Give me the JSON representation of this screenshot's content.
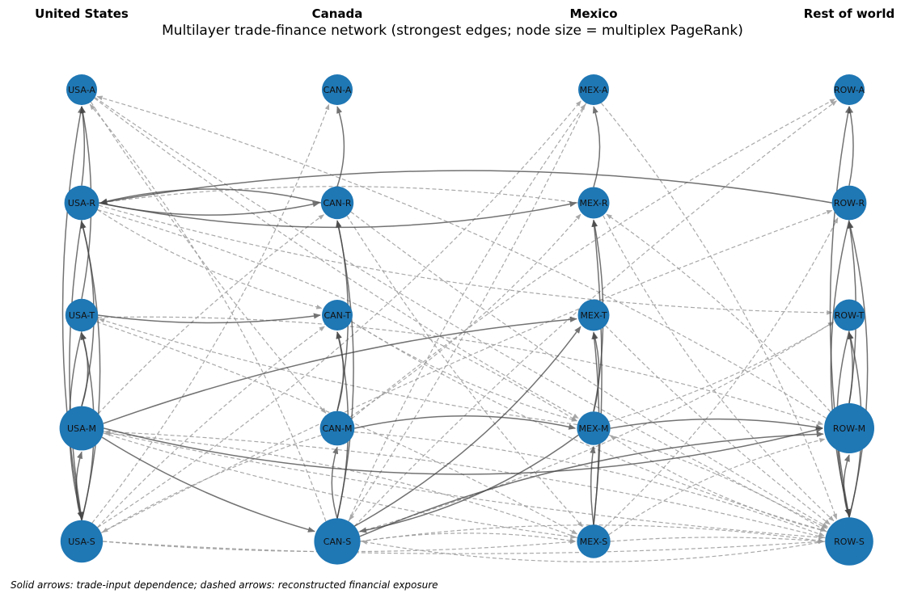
{
  "title": "Multilayer trade-finance network (strongest edges; node size = multiplex PageRank)",
  "caption": "Solid arrows: trade-input dependence; dashed arrows: reconstructed financial exposure",
  "columns": [
    "United States",
    "Canada",
    "Mexico",
    "Rest of world"
  ],
  "colors": {
    "node": "#1f77b4",
    "edge_solid": "#444444",
    "edge_dashed": "#9a9a9a"
  },
  "nodes": [
    {
      "id": "USA-A",
      "col": 0,
      "row": 0,
      "pagerank": 0.02
    },
    {
      "id": "USA-R",
      "col": 0,
      "row": 1,
      "pagerank": 0.03
    },
    {
      "id": "USA-T",
      "col": 0,
      "row": 2,
      "pagerank": 0.025
    },
    {
      "id": "USA-M",
      "col": 0,
      "row": 3,
      "pagerank": 0.055
    },
    {
      "id": "USA-S",
      "col": 0,
      "row": 4,
      "pagerank": 0.05
    },
    {
      "id": "CAN-A",
      "col": 1,
      "row": 0,
      "pagerank": 0.02
    },
    {
      "id": "CAN-R",
      "col": 1,
      "row": 1,
      "pagerank": 0.025
    },
    {
      "id": "CAN-T",
      "col": 1,
      "row": 2,
      "pagerank": 0.02
    },
    {
      "id": "CAN-M",
      "col": 1,
      "row": 3,
      "pagerank": 0.03
    },
    {
      "id": "CAN-S",
      "col": 1,
      "row": 4,
      "pagerank": 0.06
    },
    {
      "id": "MEX-A",
      "col": 2,
      "row": 0,
      "pagerank": 0.02
    },
    {
      "id": "MEX-R",
      "col": 2,
      "row": 1,
      "pagerank": 0.022
    },
    {
      "id": "MEX-T",
      "col": 2,
      "row": 2,
      "pagerank": 0.022
    },
    {
      "id": "MEX-M",
      "col": 2,
      "row": 3,
      "pagerank": 0.027
    },
    {
      "id": "MEX-S",
      "col": 2,
      "row": 4,
      "pagerank": 0.027
    },
    {
      "id": "ROW-A",
      "col": 3,
      "row": 0,
      "pagerank": 0.02
    },
    {
      "id": "ROW-R",
      "col": 3,
      "row": 1,
      "pagerank": 0.03
    },
    {
      "id": "ROW-T",
      "col": 3,
      "row": 2,
      "pagerank": 0.022
    },
    {
      "id": "ROW-M",
      "col": 3,
      "row": 3,
      "pagerank": 0.07
    },
    {
      "id": "ROW-S",
      "col": 3,
      "row": 4,
      "pagerank": 0.065
    }
  ],
  "edges_solid": [
    [
      "USA-R",
      "USA-A"
    ],
    [
      "USA-T",
      "USA-A"
    ],
    [
      "USA-S",
      "USA-A"
    ],
    [
      "USA-M",
      "USA-R"
    ],
    [
      "USA-S",
      "USA-R"
    ],
    [
      "USA-M",
      "USA-T"
    ],
    [
      "USA-S",
      "USA-T"
    ],
    [
      "USA-S",
      "USA-M"
    ],
    [
      "USA-T",
      "USA-S"
    ],
    [
      "USA-R",
      "USA-S"
    ],
    [
      "CAN-R",
      "CAN-A"
    ],
    [
      "CAN-S",
      "CAN-R"
    ],
    [
      "CAN-M",
      "CAN-R"
    ],
    [
      "CAN-S",
      "CAN-T"
    ],
    [
      "CAN-M",
      "CAN-T"
    ],
    [
      "CAN-S",
      "CAN-M"
    ],
    [
      "MEX-R",
      "MEX-A"
    ],
    [
      "MEX-M",
      "MEX-R"
    ],
    [
      "MEX-S",
      "MEX-R"
    ],
    [
      "MEX-M",
      "MEX-T"
    ],
    [
      "MEX-S",
      "MEX-T"
    ],
    [
      "MEX-S",
      "MEX-M"
    ],
    [
      "ROW-R",
      "ROW-A"
    ],
    [
      "ROW-S",
      "ROW-A"
    ],
    [
      "ROW-M",
      "ROW-R"
    ],
    [
      "ROW-S",
      "ROW-R"
    ],
    [
      "ROW-M",
      "ROW-T"
    ],
    [
      "ROW-S",
      "ROW-T"
    ],
    [
      "ROW-S",
      "ROW-M"
    ],
    [
      "ROW-T",
      "ROW-S"
    ],
    [
      "ROW-R",
      "ROW-S"
    ],
    [
      "USA-R",
      "CAN-R"
    ],
    [
      "CAN-R",
      "USA-R"
    ],
    [
      "USA-R",
      "MEX-R"
    ],
    [
      "ROW-R",
      "USA-R"
    ],
    [
      "USA-T",
      "CAN-T"
    ],
    [
      "USA-M",
      "MEX-T"
    ],
    [
      "USA-M",
      "ROW-M"
    ],
    [
      "USA-M",
      "CAN-S"
    ],
    [
      "CAN-M",
      "MEX-M"
    ],
    [
      "MEX-M",
      "ROW-M"
    ],
    [
      "CAN-S",
      "MEX-T"
    ],
    [
      "MEX-M",
      "CAN-S"
    ],
    [
      "CAN-S",
      "ROW-M"
    ]
  ],
  "edges_dashed": [
    [
      "USA-S",
      "CAN-A"
    ],
    [
      "USA-M",
      "CAN-R"
    ],
    [
      "USA-R",
      "CAN-T"
    ],
    [
      "USA-R",
      "MEX-M"
    ],
    [
      "USA-R",
      "ROW-T"
    ],
    [
      "USA-A",
      "MEX-M"
    ],
    [
      "USA-A",
      "ROW-S"
    ],
    [
      "USA-A",
      "CAN-M"
    ],
    [
      "USA-T",
      "MEX-S"
    ],
    [
      "USA-T",
      "ROW-M"
    ],
    [
      "USA-M",
      "MEX-S"
    ],
    [
      "USA-M",
      "ROW-S"
    ],
    [
      "USA-S",
      "ROW-S"
    ],
    [
      "USA-S",
      "MEX-S"
    ],
    [
      "USA-S",
      "CAN-T"
    ],
    [
      "USA-S",
      "ROW-R"
    ],
    [
      "USA-S",
      "MEX-A"
    ],
    [
      "CAN-S",
      "ROW-A"
    ],
    [
      "CAN-S",
      "MEX-A"
    ],
    [
      "CAN-S",
      "MEX-S"
    ],
    [
      "CAN-S",
      "ROW-T"
    ],
    [
      "CAN-S",
      "ROW-S"
    ],
    [
      "CAN-M",
      "ROW-A"
    ],
    [
      "CAN-M",
      "USA-S"
    ],
    [
      "CAN-M",
      "ROW-S"
    ],
    [
      "CAN-M",
      "MEX-R"
    ],
    [
      "CAN-R",
      "MEX-S"
    ],
    [
      "CAN-R",
      "ROW-S"
    ],
    [
      "CAN-T",
      "MEX-M"
    ],
    [
      "CAN-T",
      "ROW-S"
    ],
    [
      "MEX-S",
      "ROW-R"
    ],
    [
      "MEX-S",
      "ROW-M"
    ],
    [
      "MEX-S",
      "USA-M"
    ],
    [
      "MEX-S",
      "ROW-S"
    ],
    [
      "MEX-M",
      "ROW-T"
    ],
    [
      "MEX-M",
      "USA-T"
    ],
    [
      "MEX-M",
      "ROW-S"
    ],
    [
      "MEX-R",
      "ROW-S"
    ],
    [
      "MEX-R",
      "USA-R"
    ],
    [
      "MEX-A",
      "ROW-S"
    ],
    [
      "MEX-T",
      "ROW-S"
    ],
    [
      "ROW-M",
      "MEX-R"
    ],
    [
      "ROW-M",
      "USA-A"
    ],
    [
      "ROW-S",
      "MEX-M"
    ],
    [
      "ROW-S",
      "CAN-S"
    ],
    [
      "ROW-S",
      "USA-M"
    ],
    [
      "CAN-S",
      "USA-A"
    ],
    [
      "MEX-A",
      "CAN-S"
    ]
  ]
}
